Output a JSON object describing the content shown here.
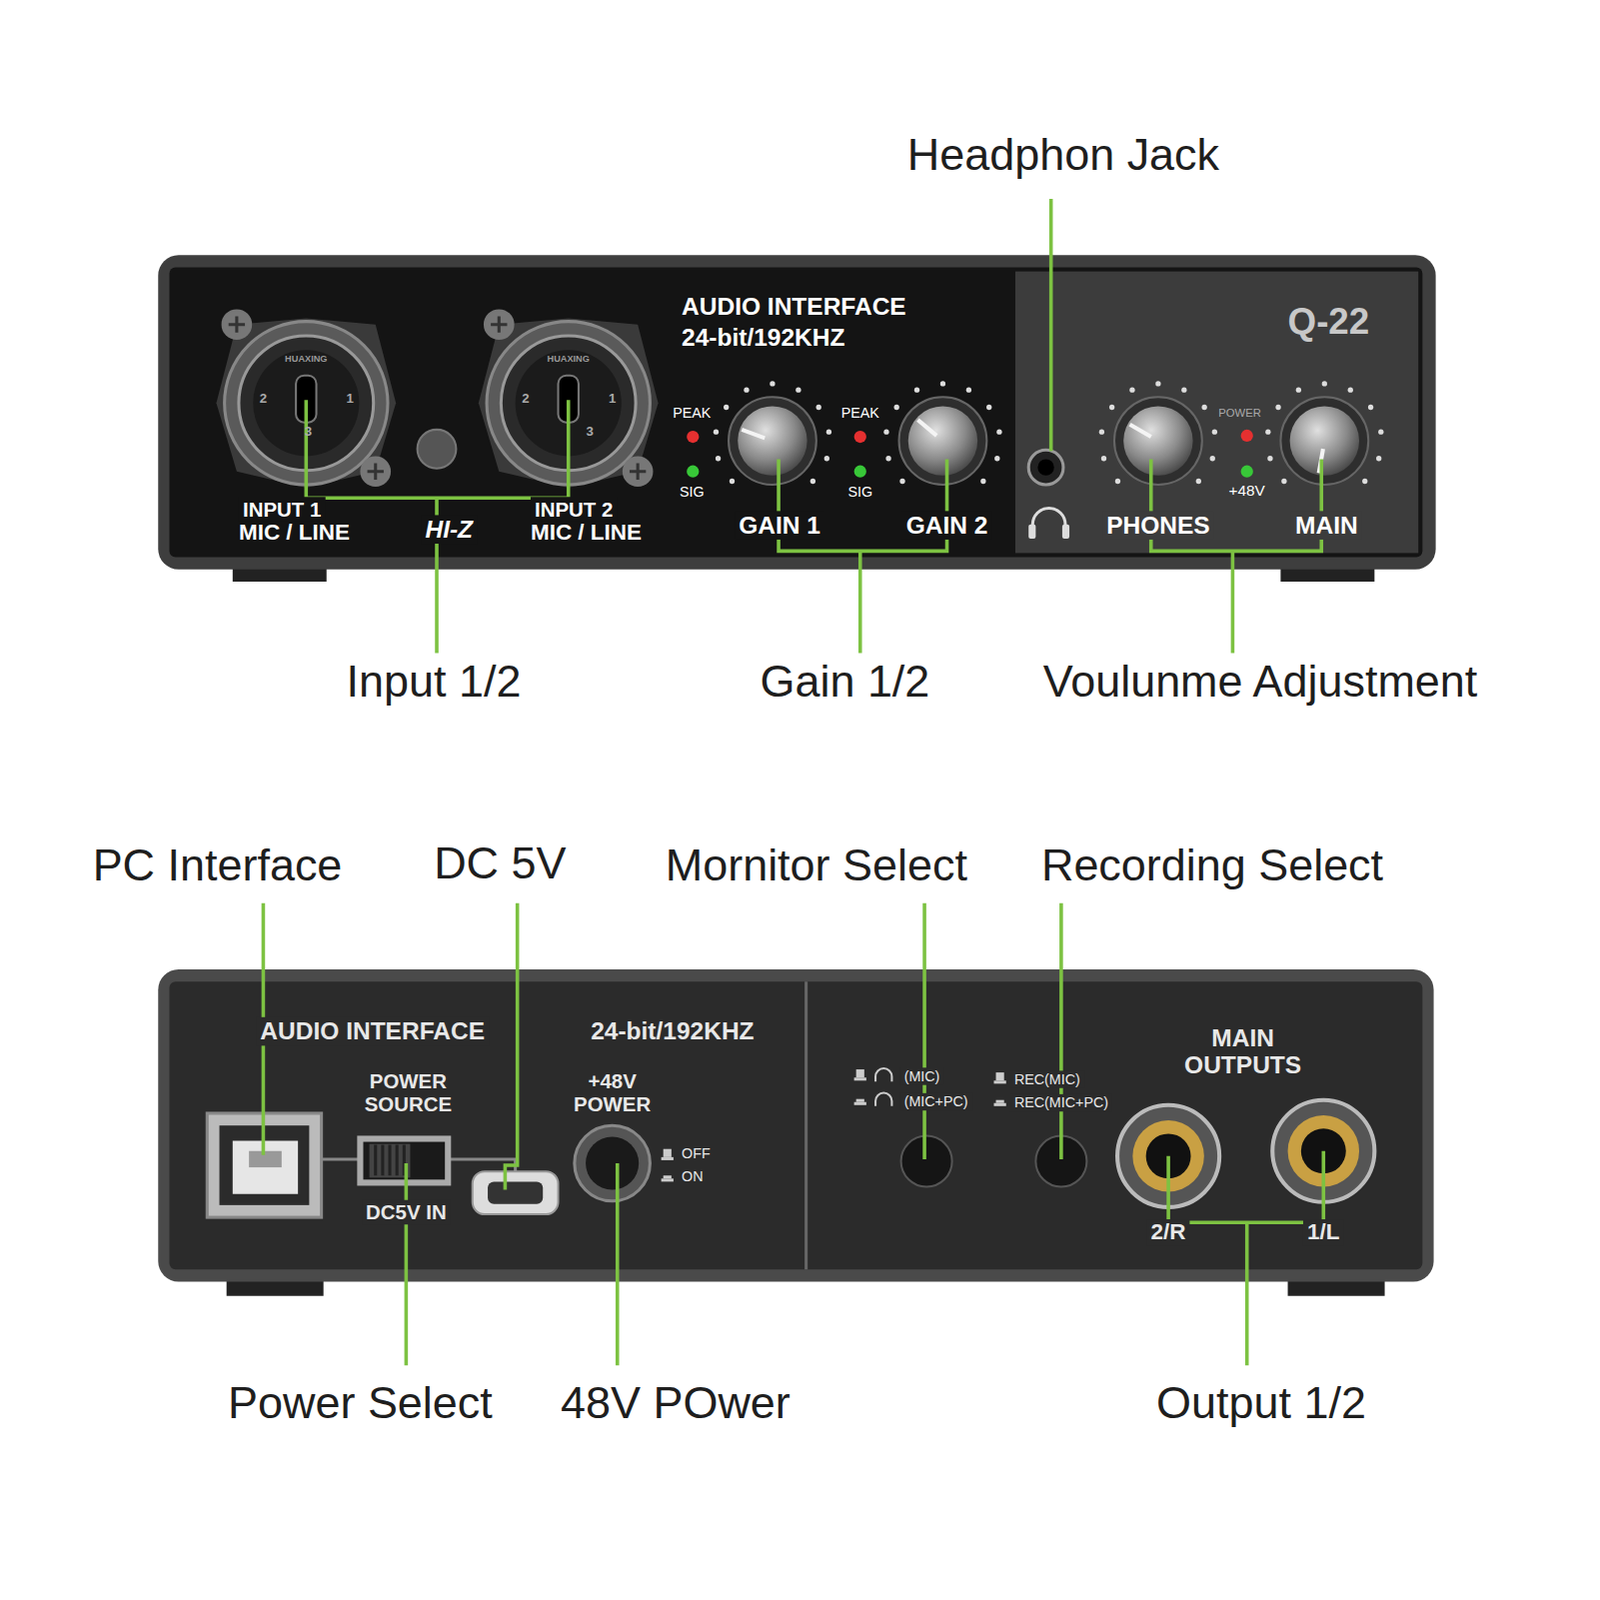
{
  "diagram": {
    "labels": [
      "Headphon Jack",
      "AUDIO INTERFACE",
      "24-bit/192KHZ",
      "Q-22",
      "HUAXING",
      "2",
      "1",
      "3",
      "HUAXING",
      "2",
      "1",
      "3",
      "INPUT 1",
      "MIC / LINE",
      "HI-Z",
      "INPUT 2",
      "MIC / LINE",
      "PEAK",
      "SIG",
      "GAIN 1",
      "PEAK",
      "SIG",
      "GAIN 2",
      "PHONES",
      "POWER",
      "+48V",
      "MAIN",
      "Input 1/2",
      "Gain 1/2",
      "Voulunme Adjustment",
      "PC Interface",
      "DC 5V",
      "Mornitor Select",
      "Recording Select",
      "AUDIO INTERFACE",
      "24-bit/192KHZ",
      "POWER SOURCE",
      "DC5V IN",
      "+48V POWER",
      "OFF",
      "ON",
      "(MIC)",
      "(MIC+PC)",
      "REC(MIC)",
      "REC(MIC+PC)",
      "MAIN OUTPUTS",
      "2/R",
      "1/L",
      "Power Select",
      "48V POwer",
      "Output 1/2"
    ]
  }
}
